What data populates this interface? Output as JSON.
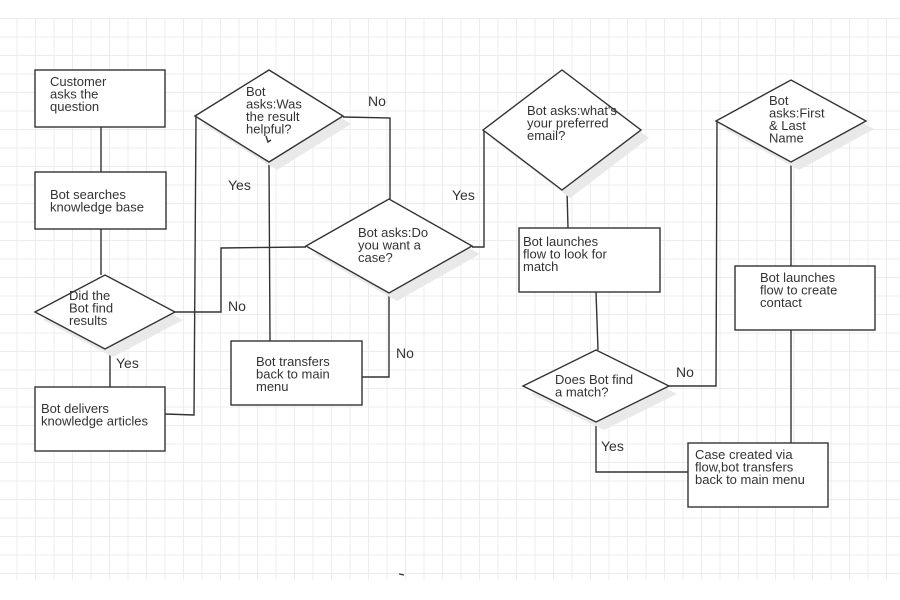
{
  "diagram": {
    "type": "flowchart",
    "nodes": [
      {
        "id": "n1",
        "shape": "process",
        "lines": [
          "Customer",
          "asks the",
          "question"
        ]
      },
      {
        "id": "n2",
        "shape": "process",
        "lines": [
          "Bot searches",
          "knowledge base"
        ]
      },
      {
        "id": "n3",
        "shape": "decision",
        "lines": [
          "Did the",
          "Bot find",
          "results"
        ]
      },
      {
        "id": "n4",
        "shape": "process",
        "lines": [
          "Bot delivers",
          "knowledge articles"
        ]
      },
      {
        "id": "n5",
        "shape": "decision",
        "lines": [
          "Bot",
          "asks:Was",
          "the result",
          "helpful?"
        ]
      },
      {
        "id": "n6",
        "shape": "decision",
        "lines": [
          "Bot asks:Do",
          "you want a",
          "case?"
        ]
      },
      {
        "id": "n7",
        "shape": "process",
        "lines": [
          "Bot transfers",
          "back to main",
          "menu"
        ]
      },
      {
        "id": "n8",
        "shape": "decision",
        "lines": [
          "Bot asks:what's",
          "your preferred",
          "email?"
        ]
      },
      {
        "id": "n9",
        "shape": "process",
        "lines": [
          "Bot launches",
          "flow to look for",
          "match"
        ]
      },
      {
        "id": "n10",
        "shape": "decision",
        "lines": [
          "Does Bot find",
          "a match?"
        ]
      },
      {
        "id": "n11",
        "shape": "decision",
        "lines": [
          "Bot",
          "asks:First",
          "& Last",
          "Name"
        ]
      },
      {
        "id": "n12",
        "shape": "process",
        "lines": [
          "Bot launches",
          "flow to create",
          "contact"
        ]
      },
      {
        "id": "n13",
        "shape": "process",
        "lines": [
          "Case created via",
          "flow,bot transfers",
          "back to main menu"
        ]
      }
    ],
    "edges": [
      {
        "from": "n1",
        "to": "n2",
        "label": ""
      },
      {
        "from": "n2",
        "to": "n3",
        "label": ""
      },
      {
        "from": "n3",
        "to": "n4",
        "label": "Yes"
      },
      {
        "from": "n3",
        "to": "n6",
        "label": "No"
      },
      {
        "from": "n4",
        "to": "n5",
        "label": ""
      },
      {
        "from": "n5",
        "to": "n7",
        "label": "Yes"
      },
      {
        "from": "n5",
        "to": "n6",
        "label": "No"
      },
      {
        "from": "n6",
        "to": "n7",
        "label": "No"
      },
      {
        "from": "n6",
        "to": "n8",
        "label": "Yes"
      },
      {
        "from": "n8",
        "to": "n9",
        "label": ""
      },
      {
        "from": "n9",
        "to": "n10",
        "label": ""
      },
      {
        "from": "n10",
        "to": "n13",
        "label": "Yes"
      },
      {
        "from": "n10",
        "to": "n11",
        "label": "No"
      },
      {
        "from": "n11",
        "to": "n12",
        "label": ""
      },
      {
        "from": "n12",
        "to": "n13",
        "label": ""
      }
    ]
  },
  "colors": {
    "stroke": "#333333",
    "text": "#333333",
    "grid": "#ececec",
    "shadow": "#e9e9e9",
    "background": "#ffffff"
  }
}
